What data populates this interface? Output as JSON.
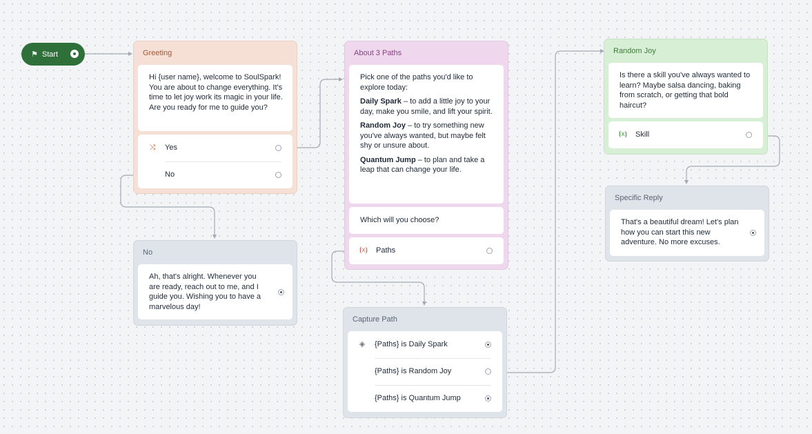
{
  "start": {
    "label": "Start"
  },
  "greeting": {
    "title": "Greeting",
    "message": "Hi {user name}, welcome to SoulSpark! You are about to change everything. It's time to let joy work its magic in your life. Are you ready for me to guide you?",
    "options": [
      "Yes",
      "No"
    ]
  },
  "no_node": {
    "title": "No",
    "message": "Ah, that's alright. Whenever you are ready, reach out to me, and I guide you. Wishing you to have a marvelous day!"
  },
  "about": {
    "title": "About 3 Paths",
    "intro": "Pick one of the paths you'd like to explore today:",
    "paths": [
      {
        "name": "Daily Spark",
        "desc": " – to add a little joy to your day, make you smile, and lift your spirit."
      },
      {
        "name": "Random Joy",
        "desc": " – to try something new you've always wanted, but maybe felt shy or unsure about."
      },
      {
        "name": "Quantum Jump",
        "desc": " – to plan and take a leap that can change your life."
      }
    ],
    "question": "Which will you choose?",
    "capture_label": "Paths"
  },
  "capture": {
    "title": "Capture Path",
    "conditions": [
      "{Paths} is Daily Spark",
      "{Paths} is Random Joy",
      "{Paths} is Quantum Jump"
    ]
  },
  "random_joy": {
    "title": "Random Joy",
    "message": "Is there a skill you've always wanted to learn? Maybe salsa dancing, baking from scratch, or getting that bold haircut?",
    "capture_label": "Skill"
  },
  "specific_reply": {
    "title": "Specific Reply",
    "message": "That's a beautiful dream! Let's plan how you can start this new adventure. No more excuses."
  },
  "colors": {
    "start": "#2f6f3a",
    "greeting_bg": "#f6dfd4",
    "greeting_title": "#9a5b3f",
    "about_bg": "#efd7ee",
    "about_title": "#8a3f86",
    "random_bg": "#d7efd4",
    "random_title": "#3f7a3a",
    "neutral_bg": "#dfe3ea",
    "neutral_title": "#5b6472",
    "connector": "#9ca3af"
  },
  "icons": {
    "start": "flag-icon",
    "choice": "branch-icon",
    "capture": "capture-variable-icon",
    "condition": "condition-icon"
  }
}
